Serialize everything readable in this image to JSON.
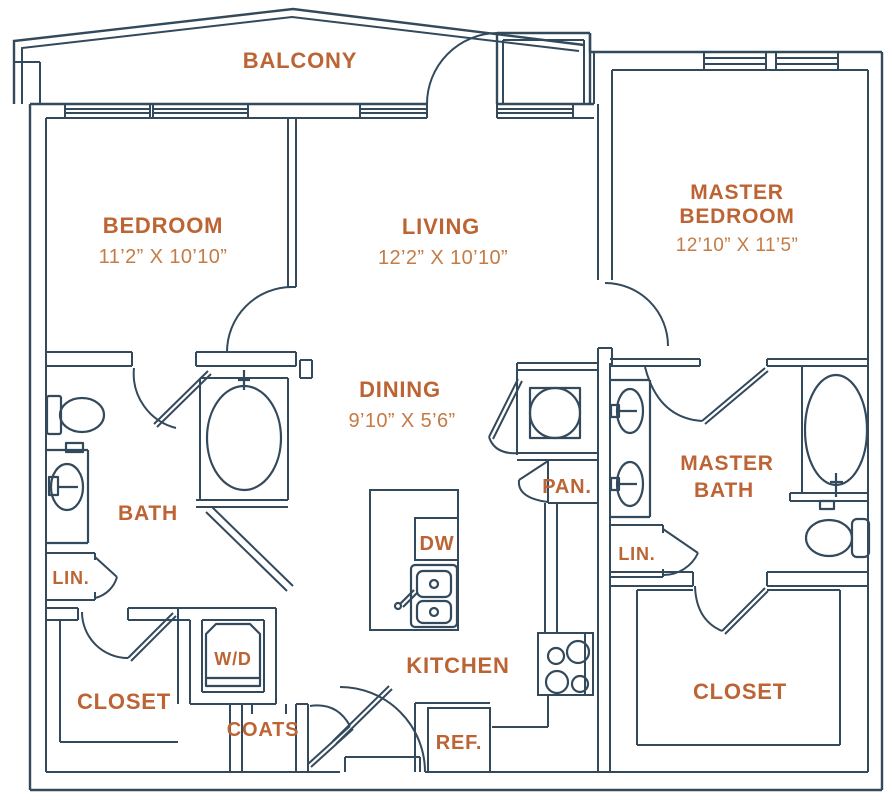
{
  "theme": {
    "wall_color": "#33495c",
    "label_color": "#bc6434",
    "dim_color": "#c57b45",
    "background": "#ffffff"
  },
  "rooms": {
    "balcony": {
      "label": "BALCONY"
    },
    "bedroom": {
      "label": "BEDROOM",
      "dims": "11’2” X 10’10”"
    },
    "living": {
      "label": "LIVING",
      "dims": "12’2” X 10’10”"
    },
    "master_bedroom": {
      "label_line1": "MASTER",
      "label_line2": "BEDROOM",
      "dims": "12’10” X 11’5”"
    },
    "dining": {
      "label": "DINING",
      "dims": "9’10” X 5’6”"
    },
    "bath": {
      "label": "BATH"
    },
    "master_bath": {
      "label_line1": "MASTER",
      "label_line2": "BATH"
    },
    "kitchen": {
      "label": "KITCHEN"
    },
    "closet_left": {
      "label": "CLOSET"
    },
    "closet_right": {
      "label": "CLOSET"
    },
    "coats": {
      "label": "COATS"
    },
    "pantry": {
      "label": "PAN."
    },
    "linen_left": {
      "label": "LIN."
    },
    "linen_right": {
      "label": "LIN."
    },
    "washer_dryer": {
      "label": "W/D"
    },
    "dishwasher": {
      "label": "DW"
    },
    "refrigerator": {
      "label": "REF."
    }
  },
  "fixtures": [
    "toilet-icon",
    "vanity-sink-icon",
    "bathtub-icon",
    "double-vanity-sink-icon",
    "utility-sink-icon",
    "kitchen-double-sink-icon",
    "stove-burners-icon",
    "washer-dryer-unit-icon",
    "window-icon",
    "door-swing-icon"
  ]
}
